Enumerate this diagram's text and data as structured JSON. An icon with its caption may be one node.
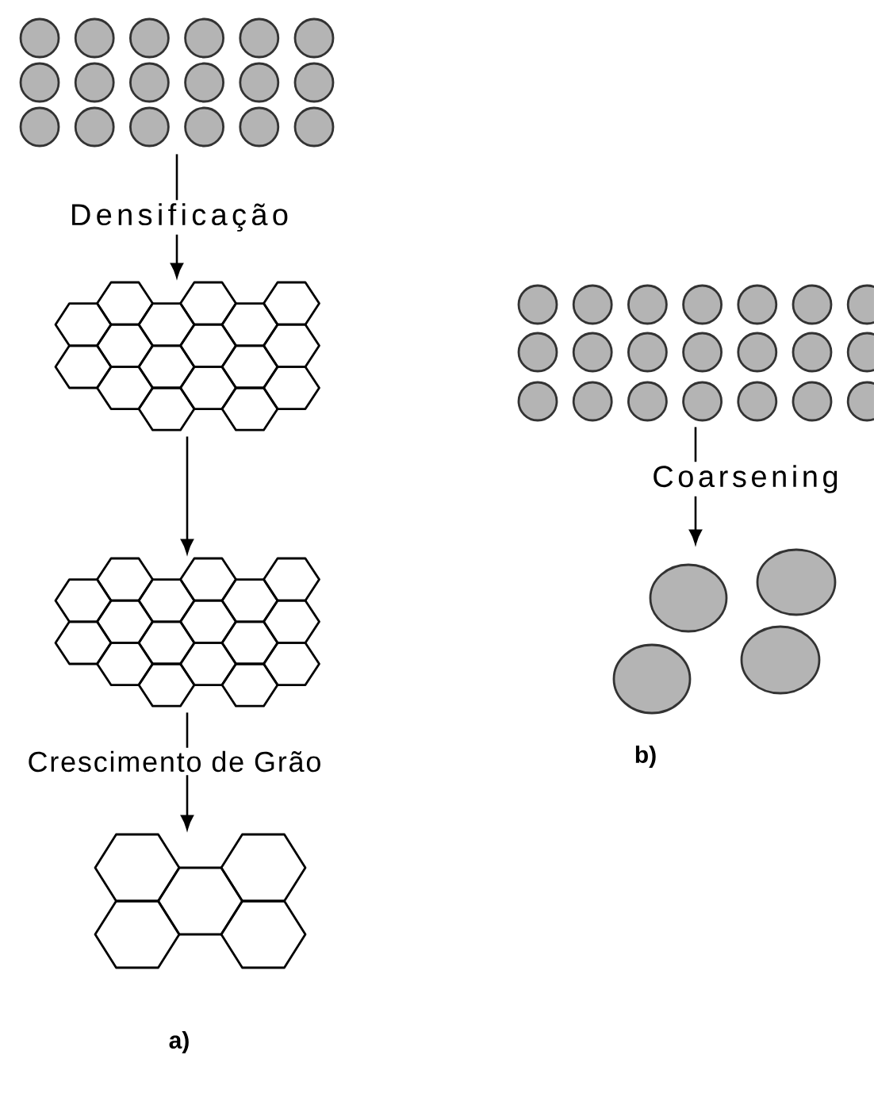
{
  "diagram": {
    "nodes": [
      {
        "text": [],
        "shape": "picture"
      },
      {
        "text": [],
        "shape": "picture"
      },
      {
        "text": [],
        "shape": "picture"
      },
      {
        "text": [],
        "shape": "picture"
      },
      {
        "text": [],
        "shape": "picture"
      },
      {
        "text": [],
        "shape": "picture"
      }
    ],
    "edges": [
      {
        "from": 0,
        "to": 1,
        "arrow": "to",
        "label": "Densificação"
      },
      {
        "from": 1,
        "to": 2,
        "arrow": "to"
      },
      {
        "from": 2,
        "to": 3,
        "arrow": "to",
        "label": "Crescimento de Grão"
      },
      {
        "from": 4,
        "to": 5,
        "arrow": "to",
        "label": "Coarsening"
      }
    ],
    "labels": [
      "a)",
      "b)"
    ]
  }
}
